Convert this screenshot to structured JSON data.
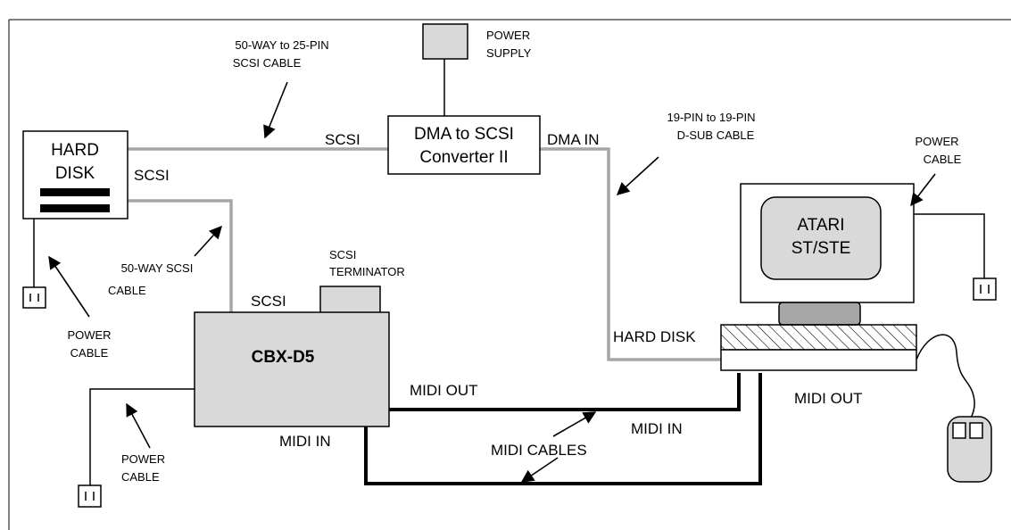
{
  "labels": {
    "hard_disk_box_line1": "HARD",
    "hard_disk_box_line2": "DISK",
    "scsi_at_hard_disk": "SCSI",
    "scsi_cable_50_to_25_line1": "50-WAY to 25-PIN",
    "scsi_cable_50_to_25_line2": "SCSI CABLE",
    "power_supply_line1": "POWER",
    "power_supply_line2": "SUPPLY",
    "converter_line1": "DMA to SCSI",
    "converter_line2": "Converter  II",
    "scsi_at_converter": "SCSI",
    "dma_in": "DMA IN",
    "dsub_cable_line1": "19-PIN to 19-PIN",
    "dsub_cable_line2": "D-SUB CABLE",
    "power_cable_atari_line1": "POWER",
    "power_cable_atari_line2": "CABLE",
    "atari_line1": "ATARI",
    "atari_line2": "ST/STE",
    "scsi_cable_50_way_line1": "50-WAY SCSI",
    "scsi_cable_50_way_line2": "CABLE",
    "terminator_line1": "SCSI",
    "terminator_line2": "TERMINATOR",
    "scsi_at_cbx": "SCSI",
    "power_cable_hd_line1": "POWER",
    "power_cable_hd_line2": "CABLE",
    "cbx_name": "CBX-D5",
    "hard_disk_port": "HARD DISK",
    "midi_out_cbx": "MIDI OUT",
    "midi_out_atari": "MIDI OUT",
    "midi_in_atari": "MIDI IN",
    "midi_in_cbx": "MIDI IN",
    "midi_cables": "MIDI CABLES",
    "power_cable_cbx_line1": "POWER",
    "power_cable_cbx_line2": "CABLE"
  },
  "colors": {
    "device_fill": "#d9d9d9",
    "grey_cable": "#a6a6a6",
    "black": "#000000",
    "white": "#ffffff"
  }
}
